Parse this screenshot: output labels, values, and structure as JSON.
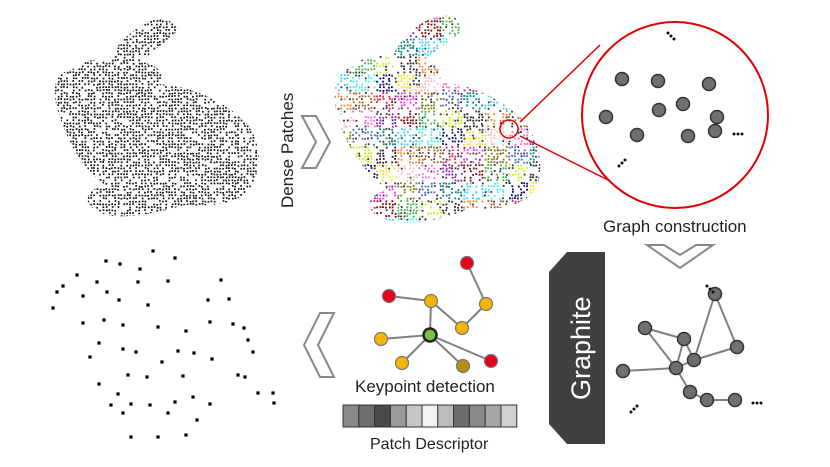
{
  "labels": {
    "dense_patches": "Dense Patches",
    "graph_construction": "Graph construction",
    "keypoint_detection": "Keypoint detection",
    "patch_descriptor": "Patch Descriptor",
    "graphite": "Graphite"
  },
  "colors": {
    "background": "#ffffff",
    "dark_box": "#404040",
    "zoom_circle": "#e00000",
    "node_gray": "#6f6f6f",
    "node_yellow": "#f5b400",
    "node_red": "#e8001c",
    "node_green": "#7cc242",
    "node_olive": "#b88c10",
    "edge": "#808080",
    "chevron": "#888888"
  },
  "icons": {
    "left_bunny": "point-cloud-bunny-icon",
    "right_bunny": "patch-colored-bunny-icon",
    "arrows": "chevron-arrow-icon"
  },
  "descriptor_cells": [
    "#888888",
    "#6e6e6e",
    "#4a4a4a",
    "#9a9a9a",
    "#c6c6c6",
    "#f2f2f2",
    "#bcbcbc",
    "#6c6c6c",
    "#8a8a8a",
    "#a6a6a6",
    "#d0d0d0"
  ],
  "ellipsis": "..."
}
